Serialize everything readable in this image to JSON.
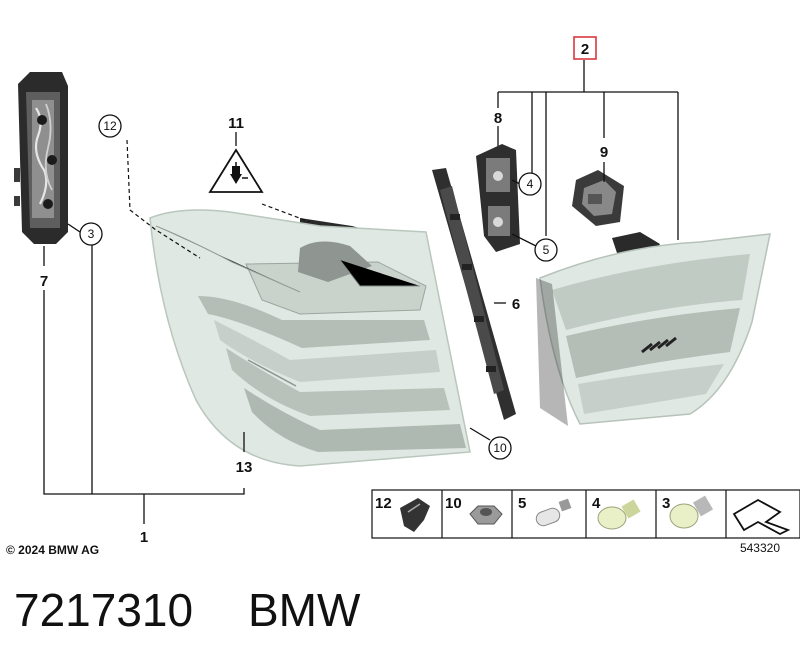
{
  "callouts": {
    "c1": "1",
    "c2": "2",
    "c3": "3",
    "c4": "4",
    "c5": "5",
    "c6": "6",
    "c7": "7",
    "c8": "8",
    "c9": "9",
    "c10": "10",
    "c11": "11",
    "c12": "12",
    "c13": "13"
  },
  "legend": {
    "items": [
      {
        "label": "12",
        "icon": "clip-icon"
      },
      {
        "label": "10",
        "icon": "hex-nut-icon"
      },
      {
        "label": "5",
        "icon": "small-bulb-icon"
      },
      {
        "label": "4",
        "icon": "wedge-bulb-icon"
      },
      {
        "label": "3",
        "icon": "bayonet-bulb-icon"
      }
    ],
    "last_icon": "arrow-zigzag-icon"
  },
  "copyright": "© 2024 BMW AG",
  "diagram_code": "543320",
  "part_number": "7217310",
  "brand": "BMW",
  "colors": {
    "highlight_box": "#d9383f",
    "lens": "#dfe8e2",
    "housing": "#2a2a2a"
  }
}
